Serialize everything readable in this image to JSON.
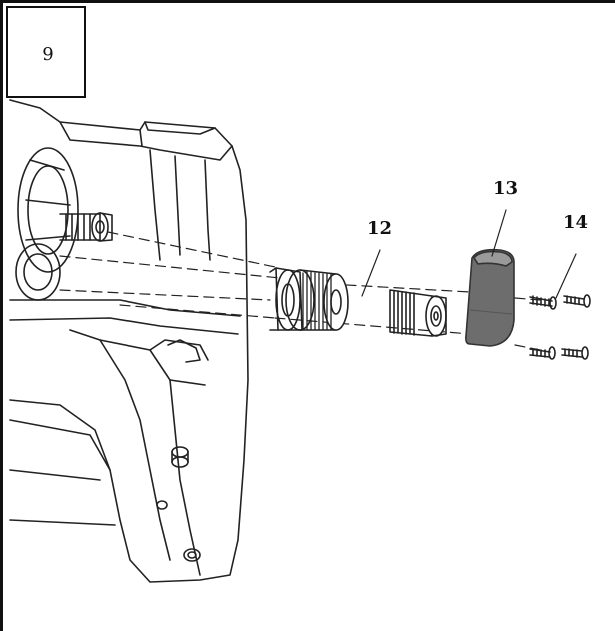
{
  "step": {
    "number": "9"
  },
  "callouts": [
    {
      "id": "part-12",
      "label": "12"
    },
    {
      "id": "part-13",
      "label": "13"
    },
    {
      "id": "part-14",
      "label": "14"
    }
  ],
  "colors": {
    "line": "#222222",
    "part_13_fill": "#6d6d6d",
    "part_13_top": "#9a9a9a",
    "background": "#ffffff"
  }
}
